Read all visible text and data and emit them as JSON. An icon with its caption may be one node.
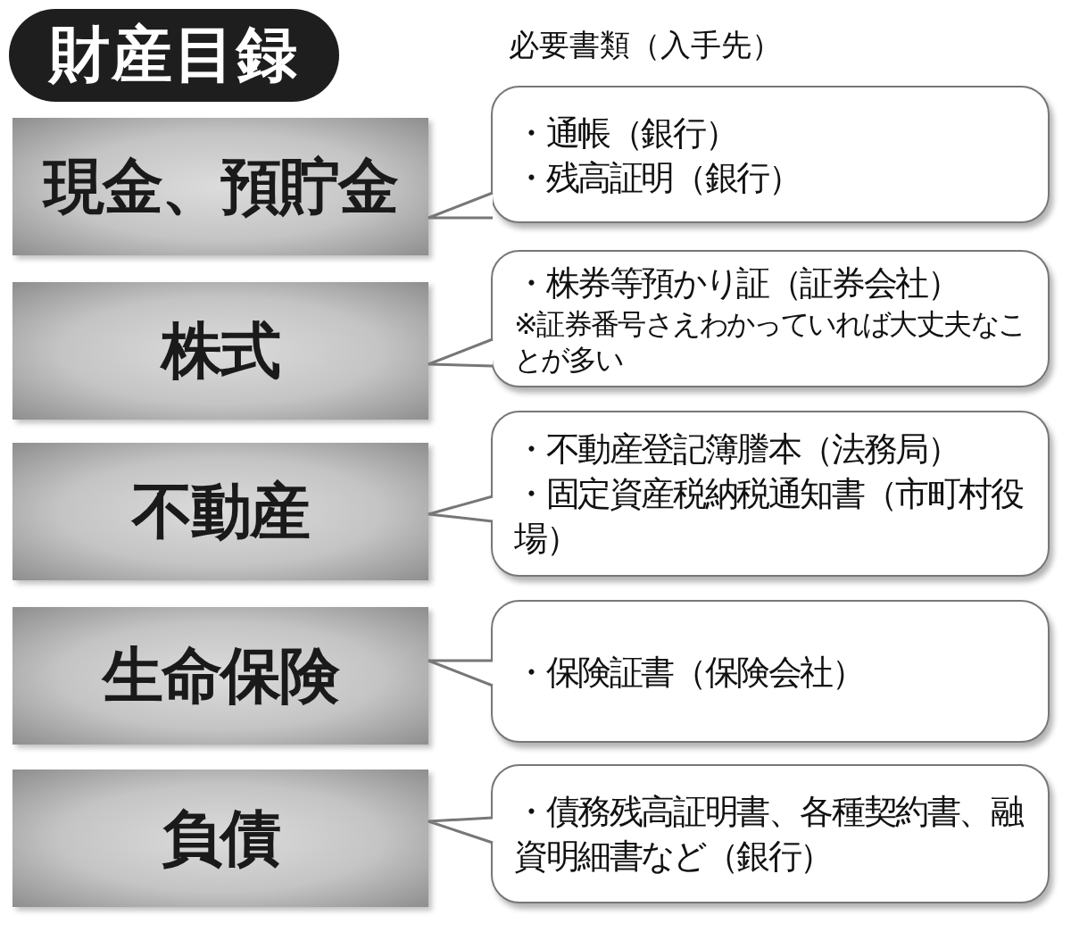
{
  "diagram": {
    "title": "財産目録",
    "nodes": [
      {
        "text": [
          "現金、預貯金"
        ]
      },
      {
        "text": [
          "・通帳（銀行）",
          "・残高証明（銀行）"
        ]
      },
      {
        "text": [
          "株式"
        ]
      },
      {
        "text": [
          "・株券等預かり証（証券会社）",
          "※証券番号さえわかっていれば大丈夫なことが多い"
        ]
      },
      {
        "text": [
          "不動産"
        ]
      },
      {
        "text": [
          "・不動産登記簿謄本（法務局）",
          "・固定資産税納税通知書（市町村役場）"
        ]
      },
      {
        "text": [
          "生命保険"
        ]
      },
      {
        "text": [
          "・保険証書（保険会社）"
        ]
      },
      {
        "text": [
          "負債"
        ]
      },
      {
        "text": [
          "・債務残高証明書、各種契約書、融資明細書など（銀行）"
        ]
      }
    ],
    "edges": [
      {
        "from": 1,
        "to": 0,
        "arrow": "none"
      },
      {
        "from": 3,
        "to": 2,
        "arrow": "none"
      },
      {
        "from": 5,
        "to": 4,
        "arrow": "none"
      },
      {
        "from": 7,
        "to": 6,
        "arrow": "none"
      },
      {
        "from": 9,
        "to": 8,
        "arrow": "none"
      }
    ],
    "labels": [
      "必要書類（入手先）"
    ]
  }
}
